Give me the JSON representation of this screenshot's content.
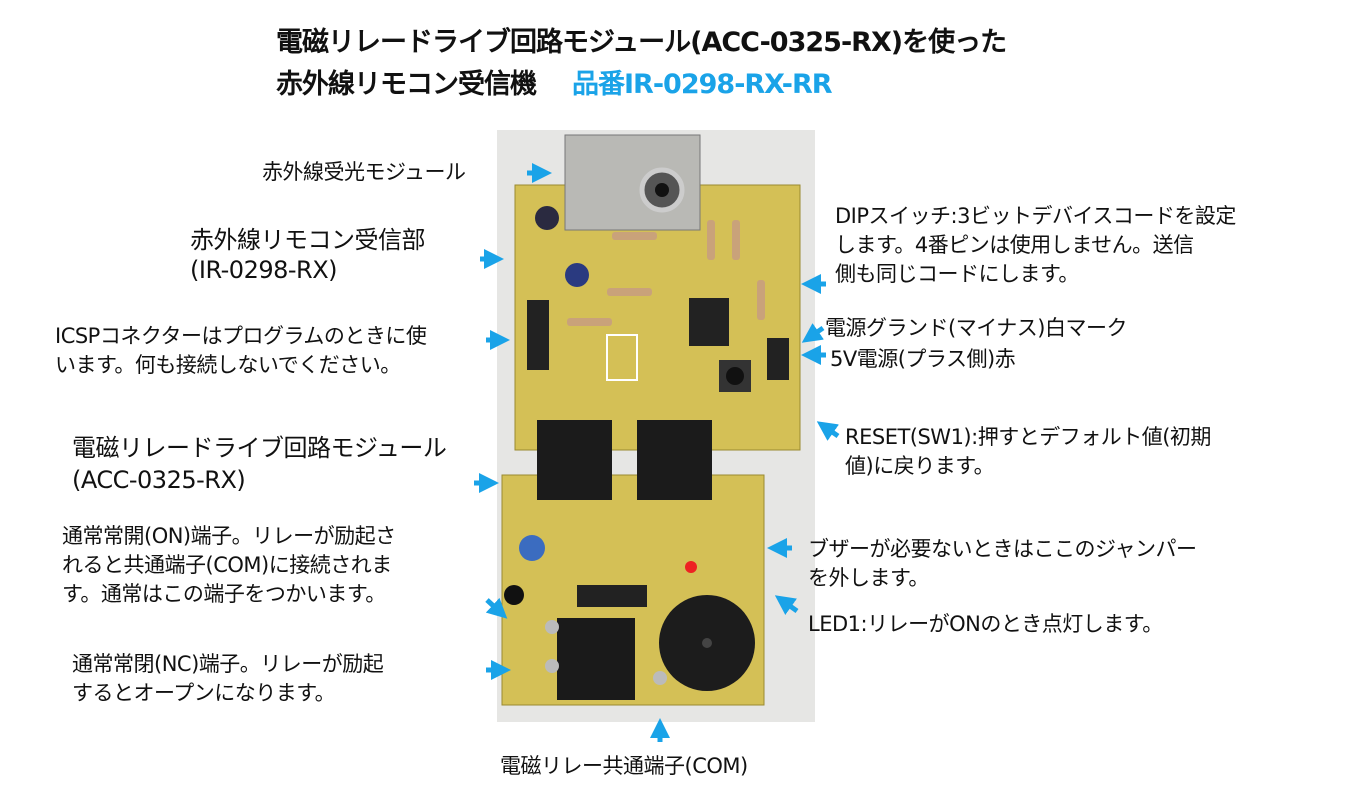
{
  "title": {
    "line1": "電磁リレードライブ回路モジュール(ACC-0325-RX)を使った",
    "line2": "赤外線リモコン受信機",
    "part_number": "品番IR-0298-RX-RR"
  },
  "colors": {
    "accent": "#1aa3e8",
    "pcb": "#d9c65a",
    "arrow": "#1aa3e8"
  },
  "labels": {
    "ir_module": "赤外線受光モジュール",
    "ir_receiver_1": "赤外線リモコン受信部",
    "ir_receiver_2": "(IR-0298-RX)",
    "icsp_1": "ICSPコネクターはプログラムのときに使",
    "icsp_2": "います。何も接続しないでください。",
    "relay_module_1": "電磁リレードライブ回路モジュール",
    "relay_module_2": "(ACC-0325-RX)",
    "no_1": "通常常開(ON)端子。リレーが励起さ",
    "no_2": "れると共通端子(COM)に接続されま",
    "no_3": "す。通常はこの端子をつかいます。",
    "nc_1": "通常常閉(NC)端子。リレーが励起",
    "nc_2": "するとオープンになります。",
    "com": "電磁リレー共通端子(COM)",
    "dip_1": "DIPスイッチ:3ビットデバイスコードを設定",
    "dip_2": "します。4番ピンは使用しません。送信",
    "dip_3": "側も同じコードにします。",
    "gnd": "電源グランド(マイナス)白マーク",
    "v5": "5V電源(プラス側)赤",
    "reset_1": "RESET(SW1):押すとデフォルト値(初期",
    "reset_2": "値)に戻ります。",
    "buzzer_1": "ブザーが必要ないときはここのジャンパー",
    "buzzer_2": "を外します。",
    "led": "LED1:リレーがONのとき点灯します。"
  }
}
